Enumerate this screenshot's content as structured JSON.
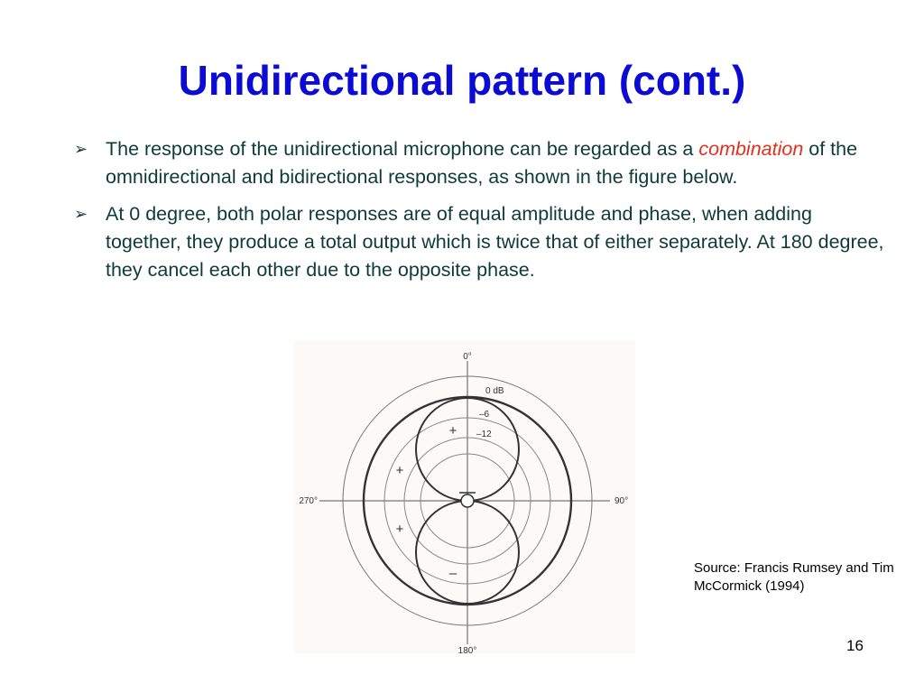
{
  "slide": {
    "title": "Unidirectional pattern (cont.)",
    "bullets": [
      {
        "before": "The response of the unidirectional microphone can be regarded as a ",
        "emphasis": "combination",
        "after": " of the omnidirectional and bidirectional responses, as shown in the figure below."
      },
      {
        "text": "At 0 degree, both polar responses are of equal amplitude and phase, when adding together, they produce a total output which is twice that of either separately. At 180 degree, they cancel each other due to the opposite phase."
      }
    ],
    "bullet_glyph": "➢",
    "source": "Source: Francis Rumsey and Tim McCormick (1994)",
    "page_number": "16"
  },
  "figure": {
    "angles": {
      "top": "0°",
      "right": "90°",
      "bottom": "180°",
      "left": "270°"
    },
    "levels": [
      "0 dB",
      "–6",
      "–12"
    ],
    "signs": {
      "upper_lobe": "+",
      "lower_lobe": "–",
      "omni_upper": "+",
      "omni_lower": "+"
    }
  },
  "colors": {
    "title": "#0b0bd4",
    "body_text": "#0e3a3a",
    "emphasis": "#e0301e"
  }
}
